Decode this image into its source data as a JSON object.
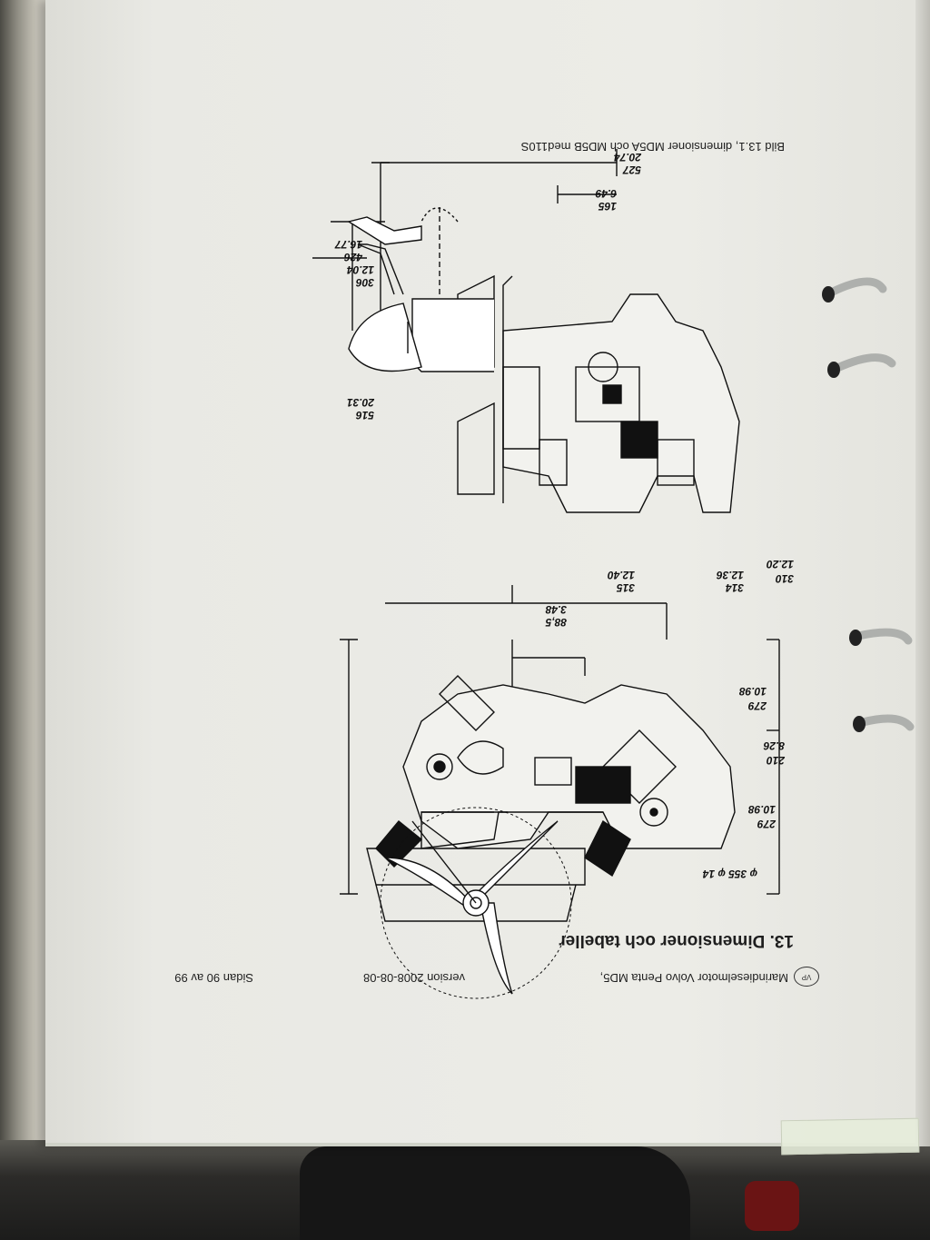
{
  "header": {
    "document_title": "Marindieselmotor Volvo Penta MD5,",
    "version": "version 2008-08-08",
    "page_number": "Sidan 90 av 99"
  },
  "section_title": "13. Dimensioner och tabeller",
  "figure": {
    "caption": "Bild 13.1, dimensioner MD5A och MD5B med110S",
    "front_view_dimensions": {
      "overall_height_mm": "310",
      "overall_height_in": "12.20",
      "upper_height_mm": "279",
      "upper_height_in": "10.98",
      "left_width_mm": "210",
      "left_width_in": "8.26",
      "right_width_mm": "279",
      "right_width_in": "10.98",
      "prop_diameter": "φ 355 φ 14",
      "depth_a_mm": "88,5",
      "depth_a_in": "3.48",
      "depth_b_mm": "315",
      "depth_b_in": "12.40",
      "depth_c_mm": "314",
      "depth_c_in": "12.36"
    },
    "side_view_dimensions": {
      "length_mm": "527",
      "length_in": "20.74",
      "offset_mm": "165",
      "offset_in": "6.49",
      "drive_a_mm": "306",
      "drive_a_in": "12.04",
      "drive_b_mm": "426",
      "drive_b_in": "16.77",
      "engine_len_mm": "516",
      "engine_len_in": "20.31"
    }
  }
}
